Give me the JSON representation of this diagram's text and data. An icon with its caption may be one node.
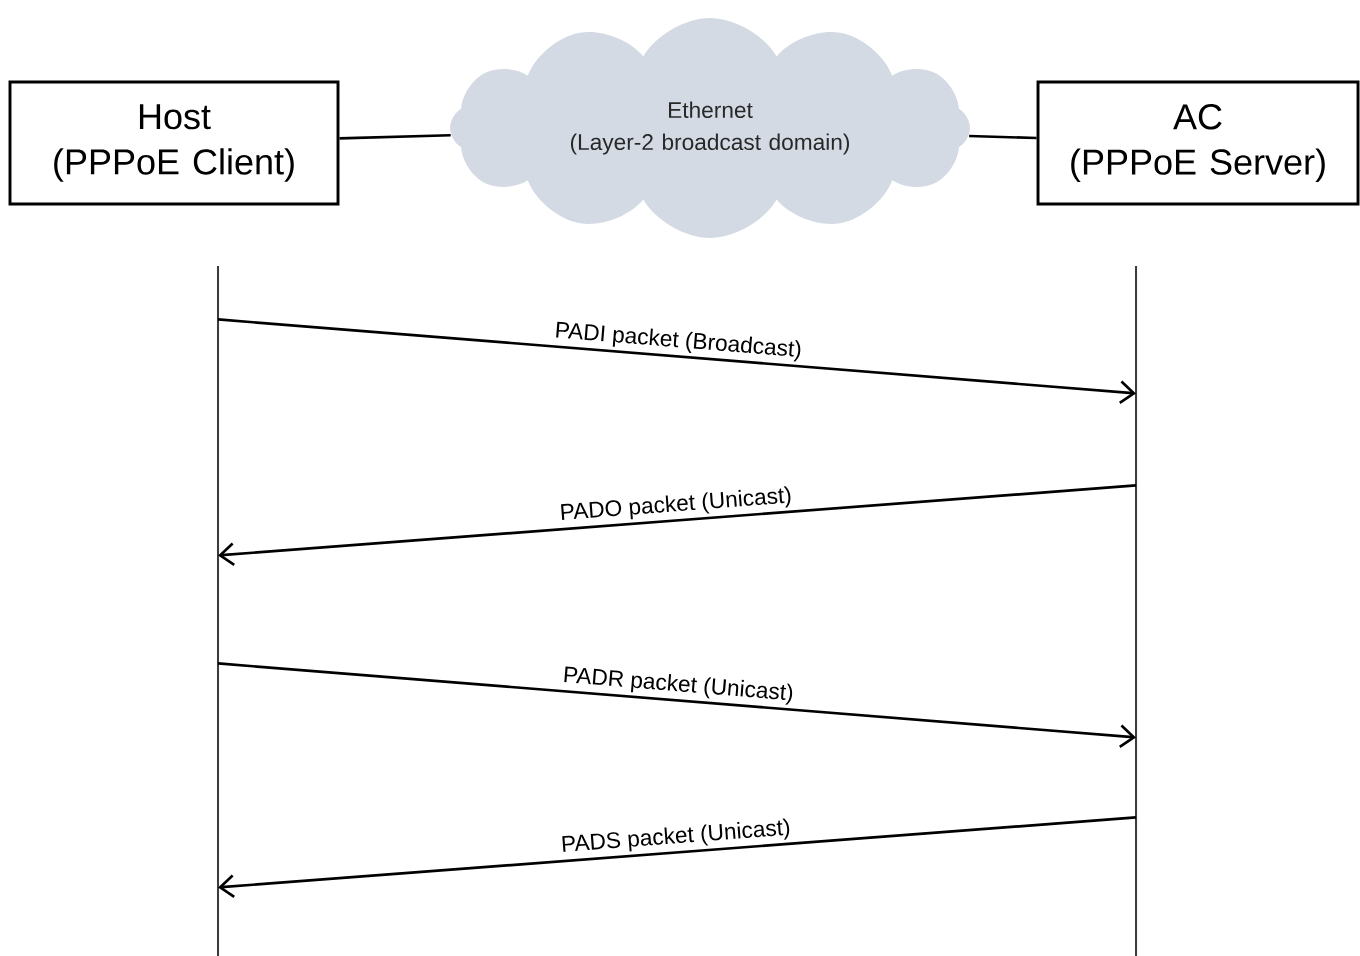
{
  "diagram": {
    "nodes": [
      {
        "text": [
          "Host",
          "(PPPoE Client)"
        ]
      },
      {
        "text": [
          "Ethernet",
          "(Layer-2 broadcast domain)"
        ]
      },
      {
        "text": [
          "AC",
          "(PPPoE Server)"
        ]
      },
      {
        "text": [],
        "shape": "line"
      },
      {
        "text": [],
        "shape": "line"
      }
    ],
    "edges": [
      {
        "from": 0,
        "to": 1,
        "arrow": "none"
      },
      {
        "from": 1,
        "to": 2,
        "arrow": "none"
      },
      {
        "from": 3,
        "to": 4,
        "arrow": "to",
        "label": "PADI packet (Broadcast)"
      },
      {
        "from": 4,
        "to": 3,
        "arrow": "to",
        "label": "PADO packet (Unicast)"
      },
      {
        "from": 3,
        "to": 4,
        "arrow": "to",
        "label": "PADR packet (Unicast)"
      },
      {
        "from": 4,
        "to": 3,
        "arrow": "to",
        "label": "PADS packet (Unicast)"
      }
    ]
  }
}
